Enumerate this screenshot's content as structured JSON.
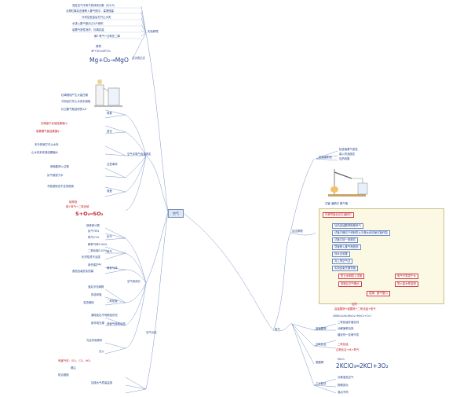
{
  "root": {
    "label": "空气"
  },
  "upper": {
    "lines": [
      "测定空气中氧气的体积分数（约1/5）",
      "点燃红磷后迅速伸入集气瓶中，塞紧瓶塞",
      "冷却至室温后打开止水夹",
      "水进入集气瓶约占1/5体积",
      "装置气密性良好、红磷足量"
    ],
    "branch_a": "实验原理",
    "branch_b": "文字表达式",
    "formula_word": "磷+氧气→五氧化二磷",
    "formula": "4P+5O₂═2P₂O₅",
    "mg_label": "镁带",
    "mg_formula": "Mg+O₂→MgO"
  },
  "middle": {
    "branch": "空气中氧气含量测定",
    "sub": [
      "现象",
      "结论",
      "注意事项",
      "误差"
    ],
    "items": [
      "红磷燃烧产生大量白烟",
      "冷却后打开止水夹水倒吸",
      "约占集气瓶容积的1/5",
      "红磷量不足使结果偏小",
      "装置漏气使结果偏小",
      "未冷却就打开止水夹",
      "止水夹未夹紧结果偏大",
      "燃烧匙伸入过慢",
      "氮气难溶于水",
      "不能燃烧也不支持燃烧"
    ],
    "formula_label": "硫燃烧",
    "formula": "S+O₂═SO₂",
    "formula_red": "硫+氧气→二氧化硫"
  },
  "lower": {
    "branch": "空气的成分",
    "sub": [
      "氮气",
      "氧气",
      "稀有气体",
      "二氧化碳",
      "其他气体和杂质"
    ],
    "items": [
      "按体积计算",
      "氮气78%",
      "氧气21%",
      "稀有气体0.94%",
      "二氧化碳0.03%",
      "化学性质不活泼",
      "用作保护气",
      "食品包装充氮防腐",
      "液氮冷冻麻醉",
      "供给呼吸",
      "支持燃烧",
      "通电发出不同颜色的光",
      "用作电光源",
      "光合作用原料",
      "灭火"
    ],
    "branch2": "空气污染",
    "items2": [
      "有害气体：SO₂、CO、NO₂",
      "烟尘",
      "防治措施",
      "加强大气质量监测"
    ]
  },
  "right": {
    "branch": "氧气",
    "top_label": "实验室制法",
    "top_items": [
      "检查装置气密性",
      "装入药品固定",
      "加热收集"
    ],
    "apparatus": "试管 酒精灯 集气瓶",
    "panel_title": "反应原理",
    "panel_boxes": [
      "加热高锰酸钾制取氧气",
      "试管口略向下倾斜防止冷凝水倒流使试管炸裂",
      "试管口放一团棉花",
      "导管伸入集气瓶底部",
      "排水法收集",
      "向上排空气法",
      "实验结束先撤导管"
    ],
    "panel_red": [
      "先移导管后熄灭酒精灯",
      "防止水倒吸入试管",
      "氧气不易溶于水",
      "密度比空气略大",
      "带火星木条复燃",
      "验满：集气瓶口"
    ],
    "branch_b": "高锰酸钾",
    "formula1_label": "加热",
    "formula1": "高锰酸钾→锰酸钾+二氧化锰+氧气",
    "formula1_b": "2KMnO₄═K₂MnO₄+MnO₂+O₂↑",
    "branch_c": "过氧化氢",
    "c_items": [
      "二氧化锰作催化剂",
      "分解速率加快",
      "催化剂一变两不变"
    ],
    "formula2_label": "二氧化锰",
    "formula2": "过氧化氢→水+氧气",
    "branch_d": "氯酸钾",
    "formula3_label": "MnO₂",
    "formula3": "2KClO₃═2KCl+3O₂",
    "branch_e": "工业制法",
    "e_items": [
      "分离液态空气",
      "物理变化",
      "沸点不同"
    ]
  },
  "colors": {
    "line": "#4a6fb5",
    "red": "#c0202a",
    "blue": "#1f3f8a",
    "panel_bg": "#fbf8e3"
  }
}
